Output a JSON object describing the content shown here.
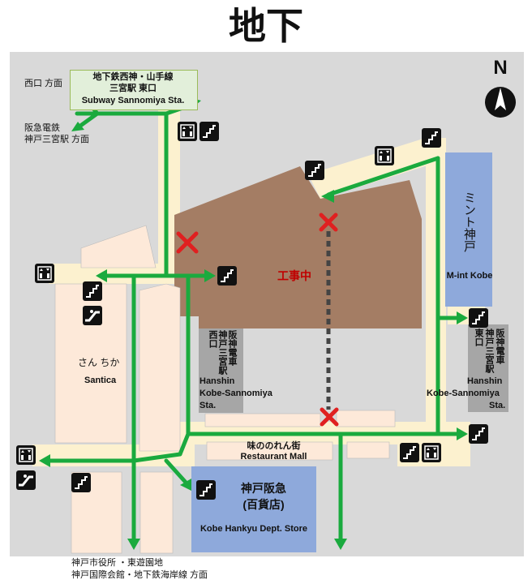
{
  "title": "地下",
  "compass": {
    "letter": "N"
  },
  "subway": {
    "line1": "地下鉄西神・山手線",
    "line2": "三宮駅 東口",
    "line3": "Subway Sannomiya Sta."
  },
  "exits": {
    "west": "西口 方面",
    "hankyu_line1": "阪急電鉄",
    "hankyu_line2": "神戸三宮駅 方面",
    "south_line1": "神戸市役所 ・東遊園地",
    "south_line2": "神戸国際会館・地下鉄海岸線 方面"
  },
  "construction": {
    "label": "工事中"
  },
  "santica": {
    "jp": "さん ちか",
    "en": "Santica"
  },
  "mint": {
    "jp": "ミント神戸",
    "en": "M-int Kobe"
  },
  "hanshin_west": {
    "col1": "阪神電車",
    "col2": "神戸三宮駅",
    "col3": "西口",
    "en1": "Hanshin",
    "en2": "Kobe-Sannomiya",
    "en3": "Sta."
  },
  "hanshin_east": {
    "col1": "阪神電車",
    "col2": "神戸三宮駅",
    "col3": "東口",
    "en1": "Hanshin",
    "en2": "Kobe-Sannomiya",
    "en3": "Sta."
  },
  "restaurant": {
    "jp": "味ののれん街",
    "en": "Restaurant Mall"
  },
  "hankyu_store": {
    "line1": "神戸阪急",
    "line2": "(百貨店)",
    "en": "Kobe Hankyu Dept. Store"
  },
  "colors": {
    "route": "#1aaa3e",
    "construction": "#a47d64",
    "corridor": "#fde9d9",
    "walkway": "#fcf1cf",
    "store_blue": "#8ea9db",
    "gray": "#a6a6a6",
    "cross": "#e02020",
    "construction_text": "#c00000"
  },
  "icons": [
    "stairs-icon",
    "elevator-icon",
    "escalator-icon",
    "compass-icon",
    "closed-x-icon"
  ]
}
